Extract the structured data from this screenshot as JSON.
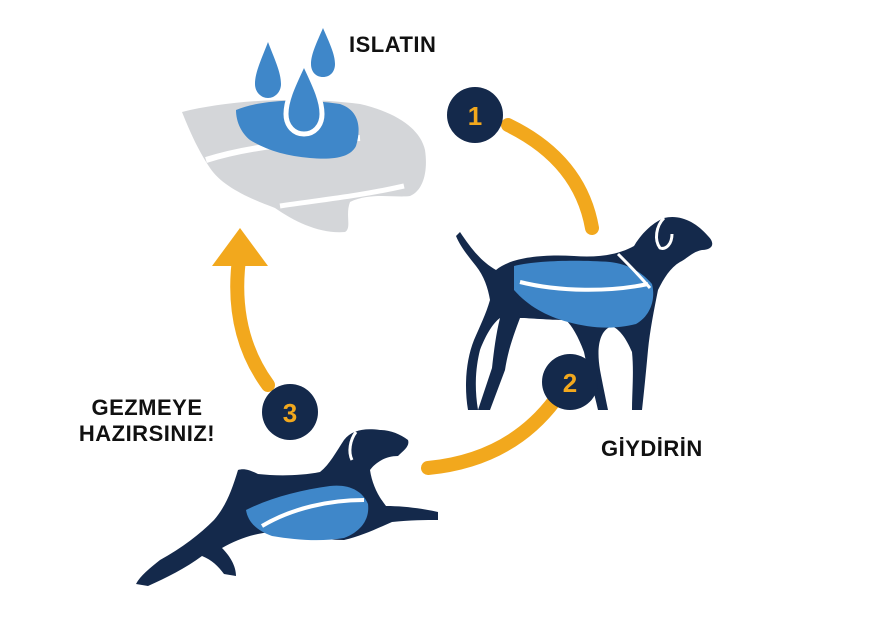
{
  "colors": {
    "arrow": "#F2A81D",
    "navy": "#14294B",
    "vest_blue": "#3F87C9",
    "fabric_gray": "#D4D6D9",
    "text": "#111111"
  },
  "steps": [
    {
      "number": "1",
      "label": "ISLATIN"
    },
    {
      "number": "2",
      "label": "GİYDİRİN"
    },
    {
      "number": "3",
      "label_line1": "GEZMEYE",
      "label_line2": "HAZIRSINIZ!"
    }
  ],
  "icons": [
    "water-drops-icon",
    "wet-fabric-icon",
    "standing-dog-icon",
    "running-dog-icon"
  ]
}
